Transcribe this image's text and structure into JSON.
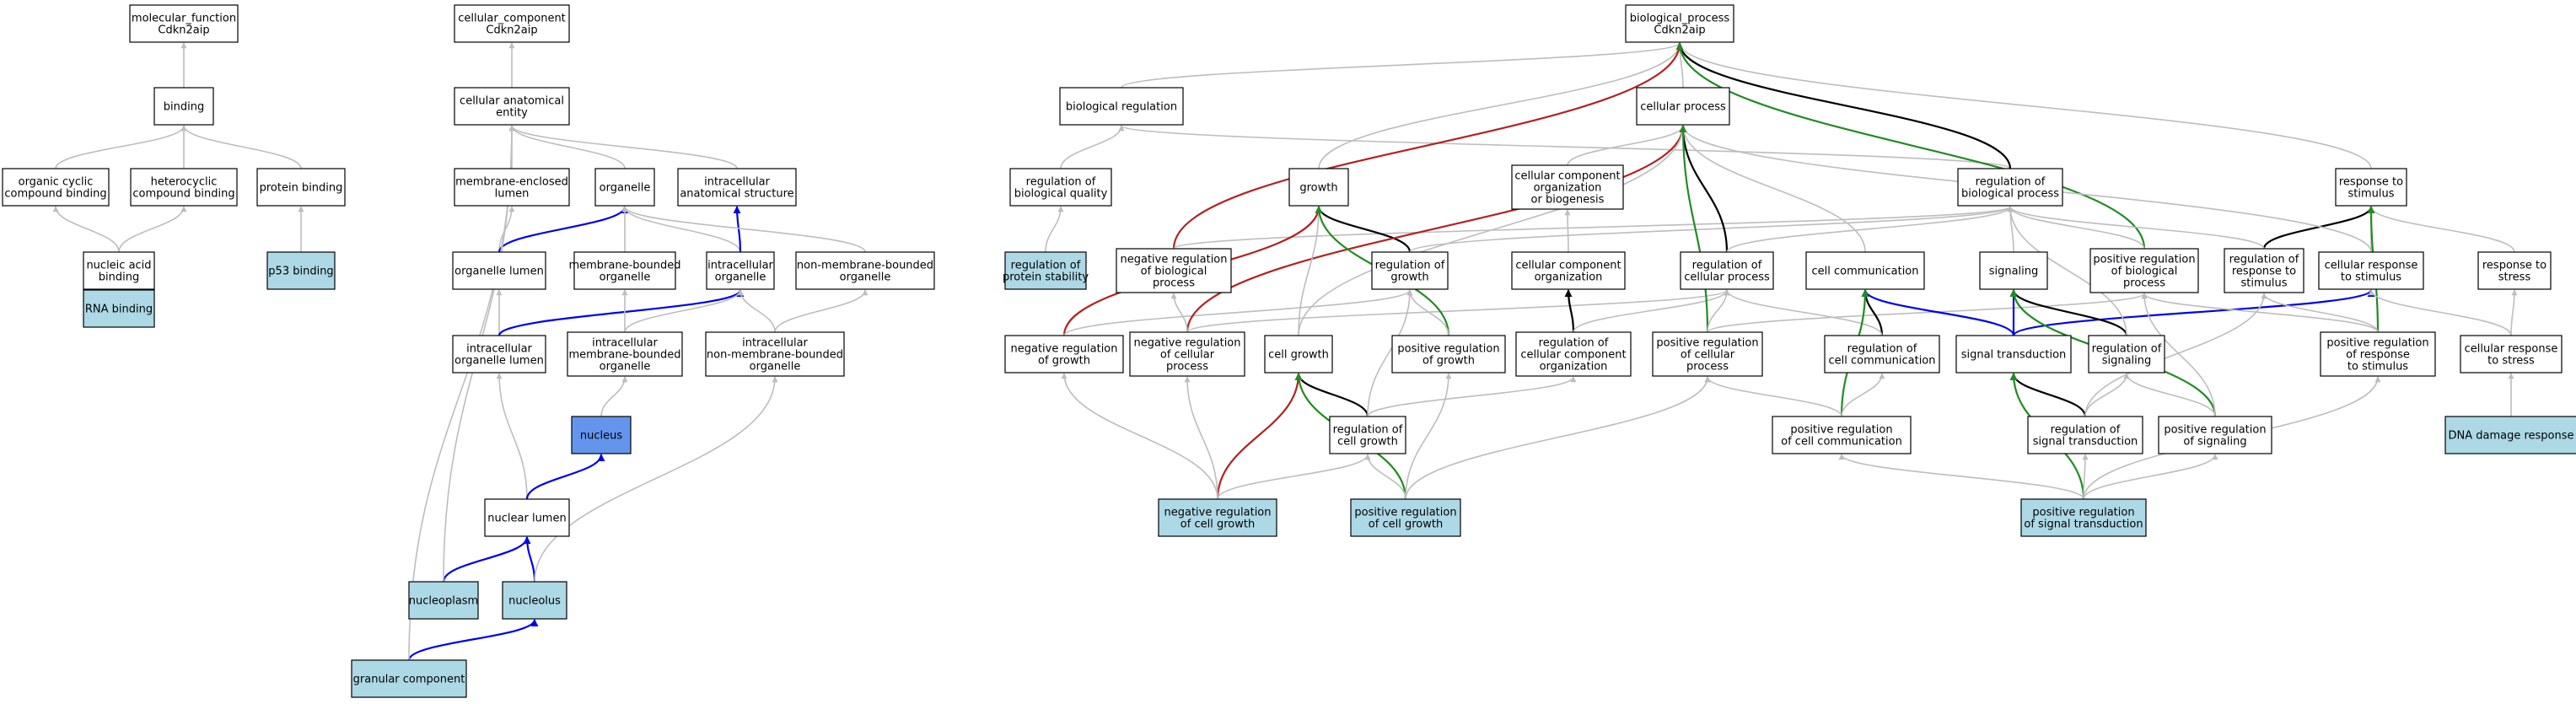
{
  "colors": {
    "default_fill": "#ffffff",
    "query_fill": "#add8e6",
    "highlight_fill": "#6495ed",
    "gray_edge": "#bdbdbd",
    "black_edge": "#000000",
    "blue_edge": "#0000ee",
    "green_edge": "#228b22",
    "red_edge": "#b22222"
  },
  "nodes": [
    {
      "id": "mf_root",
      "lines": [
        "molecular_function",
        "Cdkn2aip"
      ],
      "style": "default"
    },
    {
      "id": "binding",
      "lines": [
        "binding"
      ],
      "style": "default"
    },
    {
      "id": "organic_cyclic",
      "lines": [
        "organic cyclic",
        "compound binding"
      ],
      "style": "default"
    },
    {
      "id": "heterocyclic",
      "lines": [
        "heterocyclic",
        "compound binding"
      ],
      "style": "default"
    },
    {
      "id": "protein_binding",
      "lines": [
        "protein binding"
      ],
      "style": "default"
    },
    {
      "id": "nucleic_acid",
      "lines": [
        "nucleic acid",
        "binding"
      ],
      "style": "default"
    },
    {
      "id": "p53_binding",
      "lines": [
        "p53 binding"
      ],
      "style": "query"
    },
    {
      "id": "rna_binding",
      "lines": [
        "RNA binding"
      ],
      "style": "query"
    },
    {
      "id": "cc_root",
      "lines": [
        "cellular_component",
        "Cdkn2aip"
      ],
      "style": "default"
    },
    {
      "id": "cae",
      "lines": [
        "cellular anatomical",
        "entity"
      ],
      "style": "default"
    },
    {
      "id": "mem_lumen",
      "lines": [
        "membrane-enclosed",
        "lumen"
      ],
      "style": "default"
    },
    {
      "id": "organelle",
      "lines": [
        "organelle"
      ],
      "style": "default"
    },
    {
      "id": "intra_anat",
      "lines": [
        "intracellular",
        "anatomical structure"
      ],
      "style": "default"
    },
    {
      "id": "org_lumen",
      "lines": [
        "organelle lumen"
      ],
      "style": "default"
    },
    {
      "id": "mem_bound",
      "lines": [
        "membrane-bounded",
        "organelle"
      ],
      "style": "default"
    },
    {
      "id": "intra_org",
      "lines": [
        "intracellular",
        "organelle"
      ],
      "style": "default"
    },
    {
      "id": "nonmem_org",
      "lines": [
        "non-membrane-bounded",
        "organelle"
      ],
      "style": "default"
    },
    {
      "id": "intra_org_lumen",
      "lines": [
        "intracellular",
        "organelle lumen"
      ],
      "style": "default"
    },
    {
      "id": "intra_mem_org",
      "lines": [
        "intracellular",
        "membrane-bounded",
        "organelle"
      ],
      "style": "default"
    },
    {
      "id": "intra_nonmem_org",
      "lines": [
        "intracellular",
        "non-membrane-bounded",
        "organelle"
      ],
      "style": "default"
    },
    {
      "id": "nucleus",
      "lines": [
        "nucleus"
      ],
      "style": "highlight"
    },
    {
      "id": "nuc_lumen",
      "lines": [
        "nuclear lumen"
      ],
      "style": "default"
    },
    {
      "id": "nucleoplasm",
      "lines": [
        "nucleoplasm"
      ],
      "style": "query"
    },
    {
      "id": "nucleolus",
      "lines": [
        "nucleolus"
      ],
      "style": "query"
    },
    {
      "id": "granular",
      "lines": [
        "granular component"
      ],
      "style": "query"
    },
    {
      "id": "bp_root",
      "lines": [
        "biological_process",
        "Cdkn2aip"
      ],
      "style": "default"
    },
    {
      "id": "bio_reg",
      "lines": [
        "biological regulation"
      ],
      "style": "default"
    },
    {
      "id": "cell_proc",
      "lines": [
        "cellular process"
      ],
      "style": "default"
    },
    {
      "id": "reg_bio_qual",
      "lines": [
        "regulation of",
        "biological quality"
      ],
      "style": "default"
    },
    {
      "id": "reg_prot_stab",
      "lines": [
        "regulation of",
        "protein stability"
      ],
      "style": "query"
    },
    {
      "id": "growth",
      "lines": [
        "growth"
      ],
      "style": "default"
    },
    {
      "id": "cc_org_bio",
      "lines": [
        "cellular component",
        "organization",
        "or biogenesis"
      ],
      "style": "default"
    },
    {
      "id": "reg_bio_proc",
      "lines": [
        "regulation of",
        "biological process"
      ],
      "style": "default"
    },
    {
      "id": "resp_stim",
      "lines": [
        "response to",
        "stimulus"
      ],
      "style": "default"
    },
    {
      "id": "neg_reg_bio",
      "lines": [
        "negative regulation",
        "of biological",
        "process"
      ],
      "style": "default"
    },
    {
      "id": "reg_growth",
      "lines": [
        "regulation of",
        "growth"
      ],
      "style": "default"
    },
    {
      "id": "cc_org",
      "lines": [
        "cellular component",
        "organization"
      ],
      "style": "default"
    },
    {
      "id": "reg_cell_proc",
      "lines": [
        "regulation of",
        "cellular process"
      ],
      "style": "default"
    },
    {
      "id": "cell_comm",
      "lines": [
        "cell communication"
      ],
      "style": "default"
    },
    {
      "id": "signaling",
      "lines": [
        "signaling"
      ],
      "style": "default"
    },
    {
      "id": "pos_reg_bio",
      "lines": [
        "positive regulation",
        "of biological",
        "process"
      ],
      "style": "default"
    },
    {
      "id": "reg_resp_stim",
      "lines": [
        "regulation of",
        "response to",
        "stimulus"
      ],
      "style": "default"
    },
    {
      "id": "cell_resp_stim",
      "lines": [
        "cellular response",
        "to stimulus"
      ],
      "style": "default"
    },
    {
      "id": "resp_stress",
      "lines": [
        "response to",
        "stress"
      ],
      "style": "default"
    },
    {
      "id": "neg_reg_growth",
      "lines": [
        "negative regulation",
        "of growth"
      ],
      "style": "default"
    },
    {
      "id": "neg_reg_cell_proc",
      "lines": [
        "negative regulation",
        "of cellular",
        "process"
      ],
      "style": "default"
    },
    {
      "id": "cell_growth",
      "lines": [
        "cell growth"
      ],
      "style": "default"
    },
    {
      "id": "pos_reg_growth",
      "lines": [
        "positive regulation",
        "of growth"
      ],
      "style": "default"
    },
    {
      "id": "reg_cc_org",
      "lines": [
        "regulation of",
        "cellular component",
        "organization"
      ],
      "style": "default"
    },
    {
      "id": "pos_reg_cell_proc",
      "lines": [
        "positive regulation",
        "of cellular",
        "process"
      ],
      "style": "default"
    },
    {
      "id": "reg_cell_comm",
      "lines": [
        "regulation of",
        "cell communication"
      ],
      "style": "default"
    },
    {
      "id": "sig_trans",
      "lines": [
        "signal transduction"
      ],
      "style": "default"
    },
    {
      "id": "reg_signaling",
      "lines": [
        "regulation of",
        "signaling"
      ],
      "style": "default"
    },
    {
      "id": "pos_reg_resp_stim",
      "lines": [
        "positive regulation",
        "of response",
        "to stimulus"
      ],
      "style": "default"
    },
    {
      "id": "cell_resp_stress",
      "lines": [
        "cellular response",
        "to stress"
      ],
      "style": "default"
    },
    {
      "id": "reg_cell_growth",
      "lines": [
        "regulation of",
        "cell growth"
      ],
      "style": "default"
    },
    {
      "id": "pos_reg_cell_comm",
      "lines": [
        "positive regulation",
        "of cell communication"
      ],
      "style": "default"
    },
    {
      "id": "reg_sig_trans",
      "lines": [
        "regulation of",
        "signal transduction"
      ],
      "style": "default"
    },
    {
      "id": "pos_reg_signaling",
      "lines": [
        "positive regulation",
        "of signaling"
      ],
      "style": "default"
    },
    {
      "id": "dna_damage",
      "lines": [
        "DNA damage response"
      ],
      "style": "query"
    },
    {
      "id": "neg_reg_cell_growth",
      "lines": [
        "negative regulation",
        "of cell growth"
      ],
      "style": "query"
    },
    {
      "id": "pos_reg_cell_growth",
      "lines": [
        "positive regulation",
        "of cell growth"
      ],
      "style": "query"
    },
    {
      "id": "pos_reg_sig_trans",
      "lines": [
        "positive regulation",
        "of signal transduction"
      ],
      "style": "query"
    }
  ],
  "edges": [
    {
      "from": "binding",
      "to": "mf_root",
      "color": "gray"
    },
    {
      "from": "organic_cyclic",
      "to": "binding",
      "color": "gray"
    },
    {
      "from": "heterocyclic",
      "to": "binding",
      "color": "gray"
    },
    {
      "from": "protein_binding",
      "to": "binding",
      "color": "gray"
    },
    {
      "from": "nucleic_acid",
      "to": "organic_cyclic",
      "color": "gray"
    },
    {
      "from": "nucleic_acid",
      "to": "heterocyclic",
      "color": "gray"
    },
    {
      "from": "p53_binding",
      "to": "protein_binding",
      "color": "gray"
    },
    {
      "from": "rna_binding",
      "to": "nucleic_acid",
      "color": "gray"
    },
    {
      "from": "cae",
      "to": "cc_root",
      "color": "gray"
    },
    {
      "from": "mem_lumen",
      "to": "cae",
      "color": "gray"
    },
    {
      "from": "organelle",
      "to": "cae",
      "color": "gray"
    },
    {
      "from": "intra_anat",
      "to": "cae",
      "color": "gray"
    },
    {
      "from": "org_lumen",
      "to": "mem_lumen",
      "color": "gray"
    },
    {
      "from": "org_lumen",
      "to": "organelle",
      "color": "blue"
    },
    {
      "from": "mem_bound",
      "to": "organelle",
      "color": "gray"
    },
    {
      "from": "intra_org",
      "to": "organelle",
      "color": "gray"
    },
    {
      "from": "intra_org",
      "to": "intra_anat",
      "color": "blue"
    },
    {
      "from": "nonmem_org",
      "to": "organelle",
      "color": "gray"
    },
    {
      "from": "intra_org_lumen",
      "to": "org_lumen",
      "color": "gray"
    },
    {
      "from": "intra_org_lumen",
      "to": "intra_org",
      "color": "blue"
    },
    {
      "from": "intra_mem_org",
      "to": "mem_bound",
      "color": "gray"
    },
    {
      "from": "intra_mem_org",
      "to": "intra_org",
      "color": "gray"
    },
    {
      "from": "intra_nonmem_org",
      "to": "intra_org",
      "color": "gray"
    },
    {
      "from": "intra_nonmem_org",
      "to": "nonmem_org",
      "color": "gray"
    },
    {
      "from": "nucleus",
      "to": "intra_mem_org",
      "color": "gray"
    },
    {
      "from": "nuc_lumen",
      "to": "intra_org_lumen",
      "color": "gray"
    },
    {
      "from": "nuc_lumen",
      "to": "nucleus",
      "color": "blue"
    },
    {
      "from": "nucleoplasm",
      "to": "nuc_lumen",
      "color": "blue"
    },
    {
      "from": "nucleoplasm",
      "to": "cae",
      "color": "gray"
    },
    {
      "from": "nucleolus",
      "to": "nuc_lumen",
      "color": "blue"
    },
    {
      "from": "nucleolus",
      "to": "intra_nonmem_org",
      "color": "gray"
    },
    {
      "from": "granular",
      "to": "nucleolus",
      "color": "blue"
    },
    {
      "from": "granular",
      "to": "cae",
      "color": "gray"
    },
    {
      "from": "bio_reg",
      "to": "bp_root",
      "color": "gray"
    },
    {
      "from": "cell_proc",
      "to": "bp_root",
      "color": "gray"
    },
    {
      "from": "reg_bio_qual",
      "to": "bio_reg",
      "color": "gray"
    },
    {
      "from": "reg_prot_stab",
      "to": "reg_bio_qual",
      "color": "gray"
    },
    {
      "from": "growth",
      "to": "bp_root",
      "color": "gray"
    },
    {
      "from": "cc_org_bio",
      "to": "cell_proc",
      "color": "gray"
    },
    {
      "from": "reg_bio_proc",
      "to": "bio_reg",
      "color": "gray"
    },
    {
      "from": "reg_bio_proc",
      "to": "bp_root",
      "color": "black"
    },
    {
      "from": "resp_stim",
      "to": "bp_root",
      "color": "gray"
    },
    {
      "from": "neg_reg_bio",
      "to": "bp_root",
      "color": "red"
    },
    {
      "from": "neg_reg_bio",
      "to": "reg_bio_proc",
      "color": "gray"
    },
    {
      "from": "reg_growth",
      "to": "growth",
      "color": "black"
    },
    {
      "from": "reg_growth",
      "to": "reg_bio_proc",
      "color": "gray"
    },
    {
      "from": "cc_org",
      "to": "cc_org_bio",
      "color": "gray"
    },
    {
      "from": "reg_cell_proc",
      "to": "cell_proc",
      "color": "black"
    },
    {
      "from": "reg_cell_proc",
      "to": "reg_bio_proc",
      "color": "gray"
    },
    {
      "from": "cell_comm",
      "to": "cell_proc",
      "color": "gray"
    },
    {
      "from": "signaling",
      "to": "reg_bio_proc",
      "color": "gray"
    },
    {
      "from": "pos_reg_bio",
      "to": "bp_root",
      "color": "green"
    },
    {
      "from": "pos_reg_bio",
      "to": "reg_bio_proc",
      "color": "gray"
    },
    {
      "from": "reg_resp_stim",
      "to": "resp_stim",
      "color": "black"
    },
    {
      "from": "reg_resp_stim",
      "to": "reg_bio_proc",
      "color": "gray"
    },
    {
      "from": "cell_resp_stim",
      "to": "resp_stim",
      "color": "gray"
    },
    {
      "from": "cell_resp_stim",
      "to": "cell_proc",
      "color": "gray"
    },
    {
      "from": "resp_stress",
      "to": "resp_stim",
      "color": "gray"
    },
    {
      "from": "neg_reg_growth",
      "to": "growth",
      "color": "red"
    },
    {
      "from": "neg_reg_growth",
      "to": "reg_growth",
      "color": "gray"
    },
    {
      "from": "neg_reg_cell_proc",
      "to": "cell_proc",
      "color": "red"
    },
    {
      "from": "neg_reg_cell_proc",
      "to": "neg_reg_bio",
      "color": "gray"
    },
    {
      "from": "neg_reg_cell_proc",
      "to": "reg_cell_proc",
      "color": "gray"
    },
    {
      "from": "cell_growth",
      "to": "growth",
      "color": "gray"
    },
    {
      "from": "cell_growth",
      "to": "cell_proc",
      "color": "gray"
    },
    {
      "from": "pos_reg_growth",
      "to": "growth",
      "color": "green"
    },
    {
      "from": "pos_reg_growth",
      "to": "reg_growth",
      "color": "gray"
    },
    {
      "from": "reg_cc_org",
      "to": "cc_org",
      "color": "black"
    },
    {
      "from": "reg_cc_org",
      "to": "reg_cell_proc",
      "color": "gray"
    },
    {
      "from": "pos_reg_cell_proc",
      "to": "cell_proc",
      "color": "green"
    },
    {
      "from": "pos_reg_cell_proc",
      "to": "reg_cell_proc",
      "color": "gray"
    },
    {
      "from": "pos_reg_cell_proc",
      "to": "pos_reg_bio",
      "color": "gray"
    },
    {
      "from": "reg_cell_comm",
      "to": "cell_comm",
      "color": "black"
    },
    {
      "from": "reg_cell_comm",
      "to": "reg_cell_proc",
      "color": "gray"
    },
    {
      "from": "sig_trans",
      "to": "signaling",
      "color": "blue"
    },
    {
      "from": "sig_trans",
      "to": "cell_comm",
      "color": "blue"
    },
    {
      "from": "sig_trans",
      "to": "cell_resp_stim",
      "color": "blue"
    },
    {
      "from": "reg_signaling",
      "to": "signaling",
      "color": "black"
    },
    {
      "from": "reg_signaling",
      "to": "reg_bio_proc",
      "color": "gray"
    },
    {
      "from": "pos_reg_resp_stim",
      "to": "resp_stim",
      "color": "green"
    },
    {
      "from": "pos_reg_resp_stim",
      "to": "reg_resp_stim",
      "color": "gray"
    },
    {
      "from": "pos_reg_resp_stim",
      "to": "pos_reg_bio",
      "color": "gray"
    },
    {
      "from": "cell_resp_stress",
      "to": "resp_stress",
      "color": "gray"
    },
    {
      "from": "cell_resp_stress",
      "to": "cell_resp_stim",
      "color": "gray"
    },
    {
      "from": "reg_cell_growth",
      "to": "cell_growth",
      "color": "black"
    },
    {
      "from": "reg_cell_growth",
      "to": "reg_growth",
      "color": "gray"
    },
    {
      "from": "reg_cell_growth",
      "to": "reg_cc_org",
      "color": "gray"
    },
    {
      "from": "pos_reg_cell_comm",
      "to": "cell_comm",
      "color": "green"
    },
    {
      "from": "pos_reg_cell_comm",
      "to": "reg_cell_comm",
      "color": "gray"
    },
    {
      "from": "pos_reg_cell_comm",
      "to": "pos_reg_cell_proc",
      "color": "gray"
    },
    {
      "from": "reg_sig_trans",
      "to": "sig_trans",
      "color": "black"
    },
    {
      "from": "reg_sig_trans",
      "to": "reg_signaling",
      "color": "gray"
    },
    {
      "from": "reg_sig_trans",
      "to": "reg_resp_stim",
      "color": "gray"
    },
    {
      "from": "pos_reg_signaling",
      "to": "signaling",
      "color": "green"
    },
    {
      "from": "pos_reg_signaling",
      "to": "reg_signaling",
      "color": "gray"
    },
    {
      "from": "pos_reg_signaling",
      "to": "pos_reg_bio",
      "color": "gray"
    },
    {
      "from": "dna_damage",
      "to": "cell_resp_stress",
      "color": "gray"
    },
    {
      "from": "neg_reg_cell_growth",
      "to": "cell_growth",
      "color": "red"
    },
    {
      "from": "neg_reg_cell_growth",
      "to": "neg_reg_growth",
      "color": "gray"
    },
    {
      "from": "neg_reg_cell_growth",
      "to": "neg_reg_cell_proc",
      "color": "gray"
    },
    {
      "from": "neg_reg_cell_growth",
      "to": "reg_cell_growth",
      "color": "gray"
    },
    {
      "from": "pos_reg_cell_growth",
      "to": "cell_growth",
      "color": "green"
    },
    {
      "from": "pos_reg_cell_growth",
      "to": "pos_reg_growth",
      "color": "gray"
    },
    {
      "from": "pos_reg_cell_growth",
      "to": "pos_reg_cell_proc",
      "color": "gray"
    },
    {
      "from": "pos_reg_cell_growth",
      "to": "reg_cell_growth",
      "color": "gray"
    },
    {
      "from": "pos_reg_sig_trans",
      "to": "sig_trans",
      "color": "green"
    },
    {
      "from": "pos_reg_sig_trans",
      "to": "reg_sig_trans",
      "color": "gray"
    },
    {
      "from": "pos_reg_sig_trans",
      "to": "pos_reg_cell_comm",
      "color": "gray"
    },
    {
      "from": "pos_reg_sig_trans",
      "to": "pos_reg_signaling",
      "color": "gray"
    },
    {
      "from": "pos_reg_sig_trans",
      "to": "pos_reg_resp_stim",
      "color": "gray"
    }
  ]
}
